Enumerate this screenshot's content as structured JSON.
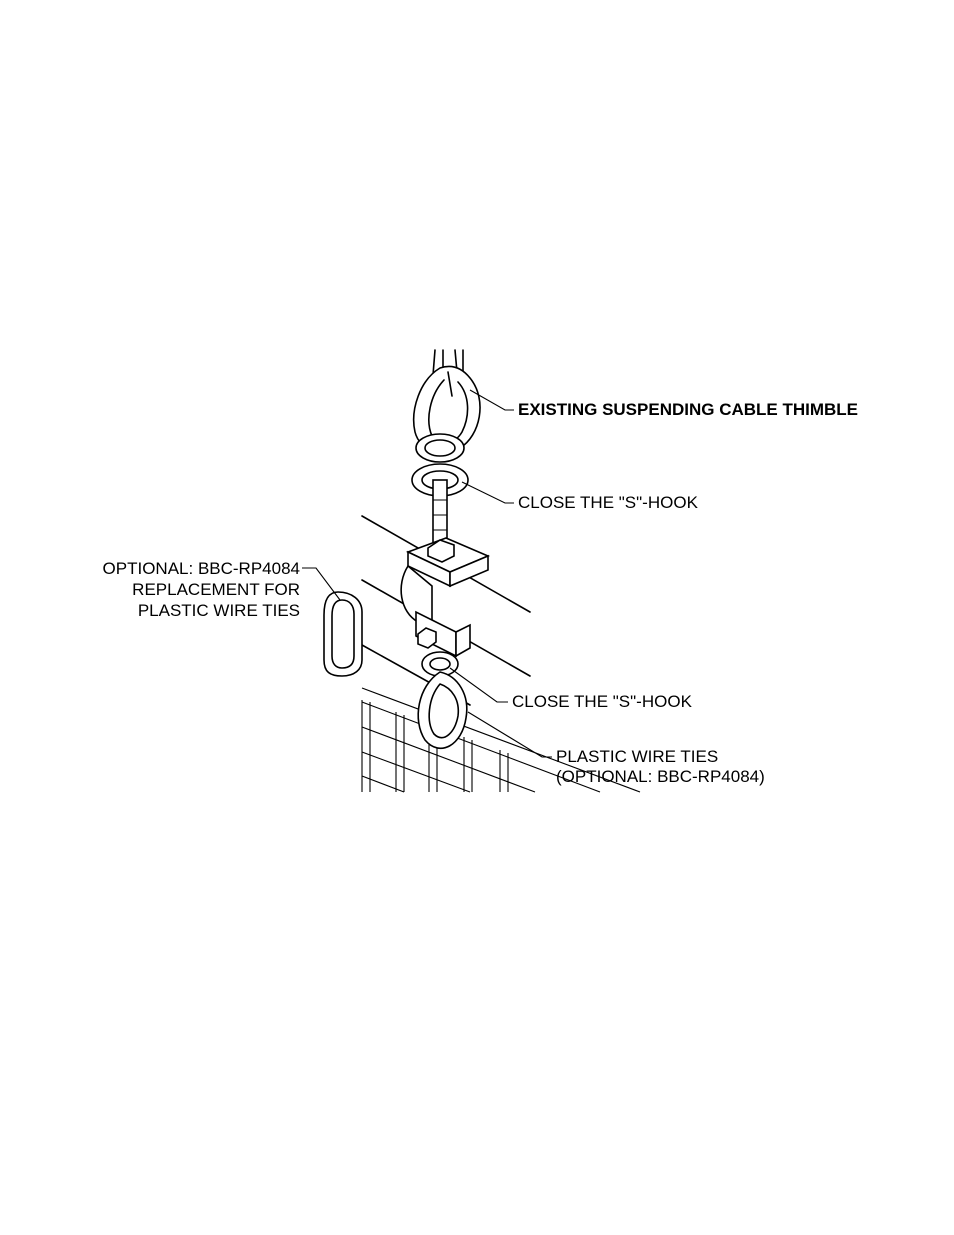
{
  "labels": {
    "thimble": "EXISTING SUSPENDING CABLE THIMBLE",
    "close_hook_top": "CLOSE THE \"S\"-HOOK",
    "close_hook_bottom": "CLOSE THE \"S\"-HOOK",
    "optional_line1": "OPTIONAL: BBC-RP4084",
    "optional_line2": "REPLACEMENT FOR",
    "optional_line3": "PLASTIC WIRE TIES",
    "wire_ties_line1": "PLASTIC WIRE TIES",
    "wire_ties_line2": "(OPTIONAL: BBC-RP4084)"
  }
}
